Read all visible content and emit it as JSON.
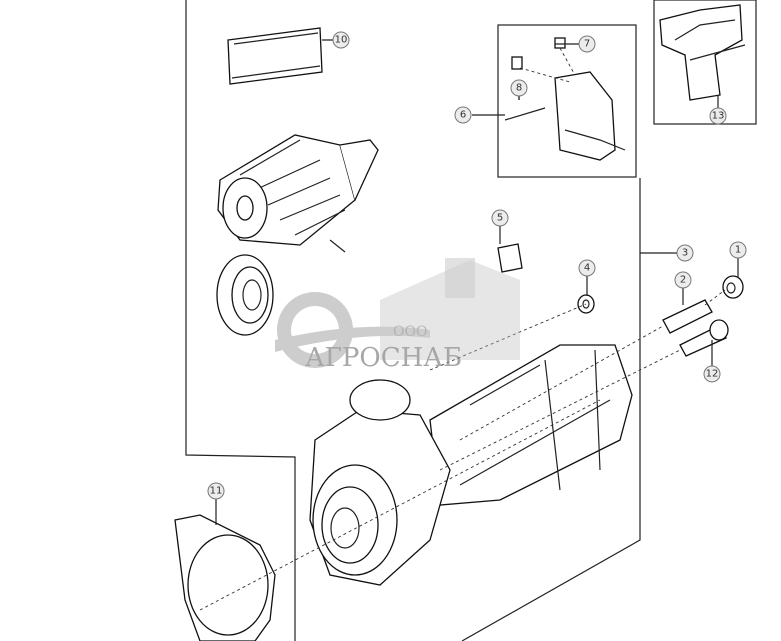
{
  "callouts": [
    {
      "id": "10",
      "label": "10"
    },
    {
      "id": "7",
      "label": "7"
    },
    {
      "id": "8",
      "label": "8"
    },
    {
      "id": "6",
      "label": "6"
    },
    {
      "id": "13",
      "label": "13"
    },
    {
      "id": "5",
      "label": "5"
    },
    {
      "id": "3",
      "label": "3"
    },
    {
      "id": "4",
      "label": "4"
    },
    {
      "id": "1",
      "label": "1"
    },
    {
      "id": "2",
      "label": "2"
    },
    {
      "id": "12",
      "label": "12"
    },
    {
      "id": "11",
      "label": "11"
    }
  ],
  "watermark": {
    "prefix": "ООО",
    "name": "АГРОСНАБ"
  }
}
